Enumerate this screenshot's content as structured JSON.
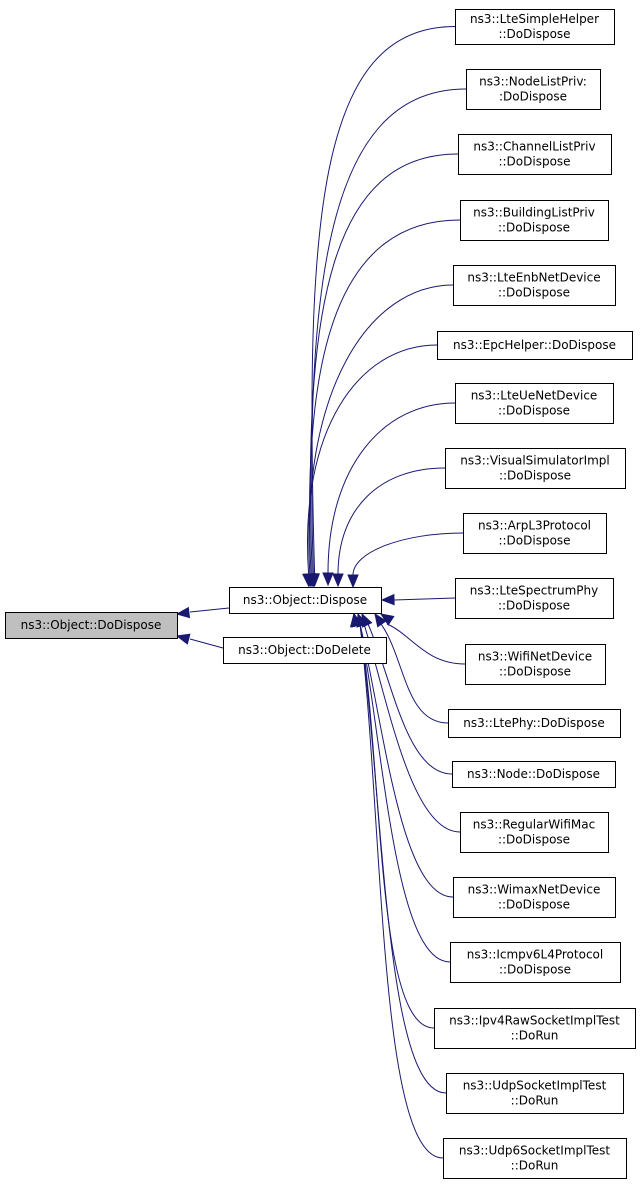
{
  "graph": {
    "root": {
      "lines": [
        "ns3::Object::DoDispose"
      ]
    },
    "dispose": {
      "lines": [
        "ns3::Object::Dispose"
      ]
    },
    "dodelete": {
      "lines": [
        "ns3::Object::DoDelete"
      ]
    },
    "callers": [
      {
        "lines": [
          "ns3::LteSimpleHelper",
          "::DoDispose"
        ]
      },
      {
        "lines": [
          "ns3::NodeListPriv:",
          ":DoDispose"
        ]
      },
      {
        "lines": [
          "ns3::ChannelListPriv",
          "::DoDispose"
        ]
      },
      {
        "lines": [
          "ns3::BuildingListPriv",
          "::DoDispose"
        ]
      },
      {
        "lines": [
          "ns3::LteEnbNetDevice",
          "::DoDispose"
        ]
      },
      {
        "lines": [
          "ns3::EpcHelper::DoDispose"
        ]
      },
      {
        "lines": [
          "ns3::LteUeNetDevice",
          "::DoDispose"
        ]
      },
      {
        "lines": [
          "ns3::VisualSimulatorImpl",
          "::DoDispose"
        ]
      },
      {
        "lines": [
          "ns3::ArpL3Protocol",
          "::DoDispose"
        ]
      },
      {
        "lines": [
          "ns3::LteSpectrumPhy",
          "::DoDispose"
        ]
      },
      {
        "lines": [
          "ns3::WifiNetDevice",
          "::DoDispose"
        ]
      },
      {
        "lines": [
          "ns3::LtePhy::DoDispose"
        ]
      },
      {
        "lines": [
          "ns3::Node::DoDispose"
        ]
      },
      {
        "lines": [
          "ns3::RegularWifiMac",
          "::DoDispose"
        ]
      },
      {
        "lines": [
          "ns3::WimaxNetDevice",
          "::DoDispose"
        ]
      },
      {
        "lines": [
          "ns3::Icmpv6L4Protocol",
          "::DoDispose"
        ]
      },
      {
        "lines": [
          "ns3::Ipv4RawSocketImplTest",
          "::DoRun"
        ]
      },
      {
        "lines": [
          "ns3::UdpSocketImplTest",
          "::DoRun"
        ]
      },
      {
        "lines": [
          "ns3::Udp6SocketImplTest",
          "::DoRun"
        ]
      }
    ]
  },
  "colors": {
    "edge": "#191970",
    "root_fill": "#bfbfbf",
    "node_fill": "#ffffff"
  }
}
